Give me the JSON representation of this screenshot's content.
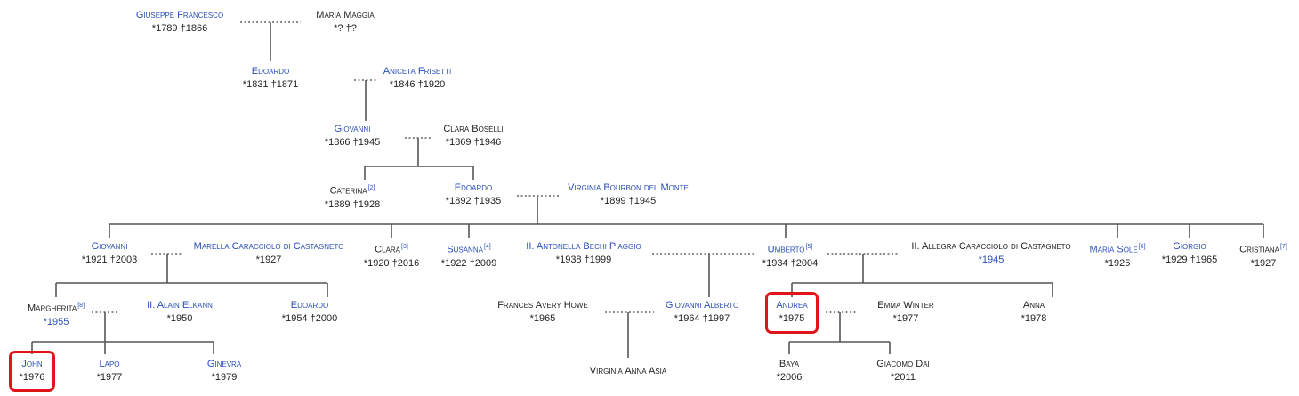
{
  "people": {
    "giuseppe": {
      "name": "Giuseppe Francesco",
      "dates": "*1789 †1866"
    },
    "maria_maggia": {
      "name": "Maria Maggia",
      "dates": "*? †?"
    },
    "edoardo_1831": {
      "name": "Edoardo",
      "dates": "*1831 †1871"
    },
    "aniceta": {
      "name": "Aniceta Frisetti",
      "dates": "*1846 †1920"
    },
    "giovanni_1866": {
      "name": "Giovanni",
      "dates": "*1866 †1945"
    },
    "clara_boselli": {
      "name": "Clara Boselli",
      "dates": "*1869 †1946"
    },
    "caterina": {
      "name": "Caterina",
      "ref": "[2]",
      "dates": "*1889 †1928"
    },
    "edoardo_1892": {
      "name": "Edoardo",
      "dates": "*1892 †1935"
    },
    "virginia_bourbon": {
      "name": "Virginia Bourbon del Monte",
      "dates": "*1899 †1945"
    },
    "giovanni_1921": {
      "name": "Giovanni",
      "dates": "*1921 †2003"
    },
    "marella": {
      "name": "Marella Caracciolo di Castagneto",
      "dates": "*1927"
    },
    "clara_1920": {
      "name": "Clara",
      "ref": "[3]",
      "dates": "*1920 †2016"
    },
    "susanna": {
      "name": "Susanna",
      "ref": "[4]",
      "dates": "*1922 †2009"
    },
    "antonella": {
      "name": "II. Antonella Bechi Piaggio",
      "dates": "*1938 †1999"
    },
    "umberto": {
      "name": "Umberto",
      "ref": "[5]",
      "dates": "*1934 †2004"
    },
    "allegra": {
      "name": "II. Allegra Caracciolo di Castagneto",
      "dates": "*1945"
    },
    "maria_sole": {
      "name": "Maria Sole",
      "ref": "[6]",
      "dates": "*1925"
    },
    "giorgio": {
      "name": "Giorgio",
      "dates": "*1929 †1965"
    },
    "cristiana": {
      "name": "Cristiana",
      "ref": "[7]",
      "dates": "*1927"
    },
    "margherita": {
      "name": "Margherita",
      "ref": "[8]",
      "dates": "*1955"
    },
    "alain": {
      "name": "II. Alain Elkann",
      "dates": "*1950"
    },
    "edoardo_1954": {
      "name": "Edoardo",
      "dates": "*1954 †2000"
    },
    "frances": {
      "name": "Frances Avery Howe",
      "dates": "*1965"
    },
    "giovanni_alberto": {
      "name": "Giovanni Alberto",
      "dates": "*1964 †1997"
    },
    "andrea": {
      "name": "Andrea",
      "dates": "*1975"
    },
    "emma": {
      "name": "Emma Winter",
      "dates": "*1977"
    },
    "anna": {
      "name": "Anna",
      "dates": "*1978"
    },
    "john": {
      "name": "John",
      "dates": "*1976"
    },
    "lapo": {
      "name": "Lapo",
      "dates": "*1977"
    },
    "ginevra": {
      "name": "Ginevra",
      "dates": "*1979"
    },
    "virginia_asia": {
      "name": "Virginia Anna Asia",
      "dates": ""
    },
    "baya": {
      "name": "Baya",
      "dates": "*2006"
    },
    "giacomo": {
      "name": "Giacomo Dai",
      "dates": "*2011"
    }
  },
  "highlighted": [
    "john",
    "andrea"
  ],
  "colors": {
    "link": "#2a4fb5",
    "text": "#222222",
    "line": "#555555",
    "highlight": "#e0141b"
  }
}
